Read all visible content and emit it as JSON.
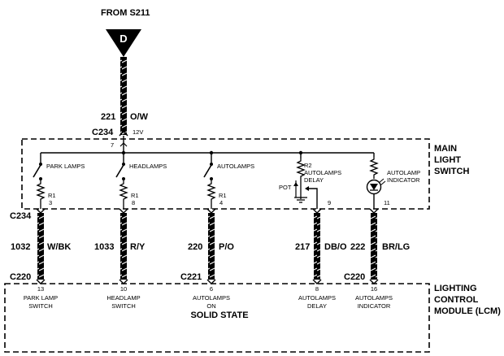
{
  "source_label": "FROM S211",
  "fuse_letter": "D",
  "feed": {
    "circuit": "221",
    "color": "O/W",
    "connector": "C234",
    "pin": "7",
    "voltage": "12V"
  },
  "main_light_switch": {
    "title_lines": [
      "MAIN",
      "LIGHT",
      "SWITCH"
    ]
  },
  "branches": [
    {
      "id": "park",
      "switch_label": "PARK LAMPS",
      "resistor": "R1",
      "pin": "3",
      "connector_top": "C234",
      "circuit": "1032",
      "color": "W/BK",
      "connector_bottom": "C220",
      "lcm_pin": "13",
      "lcm_lines": [
        "PARK LAMP",
        "SWITCH"
      ]
    },
    {
      "id": "headlamps",
      "switch_label": "HEADLAMPS",
      "resistor": "R1",
      "pin": "8",
      "circuit": "1033",
      "color": "R/Y",
      "lcm_pin": "10",
      "lcm_lines": [
        "HEADLAMP",
        "SWITCH"
      ]
    },
    {
      "id": "autolamps",
      "switch_label": "AUTOLAMPS",
      "resistor": "R1",
      "pin": "4",
      "circuit": "220",
      "color": "P/O",
      "connector_bottom": "C221",
      "lcm_pin": "6",
      "lcm_lines": [
        "AUTOLAMPS",
        "ON"
      ]
    },
    {
      "id": "delay",
      "resistor": "R2",
      "resistor_lines": [
        "AUTOLAMPS",
        "DELAY"
      ],
      "pot_label": "POT",
      "pin": "9",
      "circuit": "217",
      "color": "DB/O",
      "lcm_pin": "8",
      "lcm_lines": [
        "AUTOLAMPS",
        "DELAY"
      ]
    },
    {
      "id": "indicator",
      "indicator_lines": [
        "AUTOLAMP",
        "INDICATOR"
      ],
      "pin": "11",
      "circuit": "222",
      "color": "BR/LG",
      "connector_bottom": "C220",
      "lcm_pin": "16",
      "lcm_lines": [
        "AUTOLAMPS",
        "INDICATOR"
      ]
    }
  ],
  "lcm": {
    "title_lines": [
      "LIGHTING",
      "CONTROL",
      "MODULE (LCM)"
    ],
    "solid_state": "SOLID STATE"
  }
}
